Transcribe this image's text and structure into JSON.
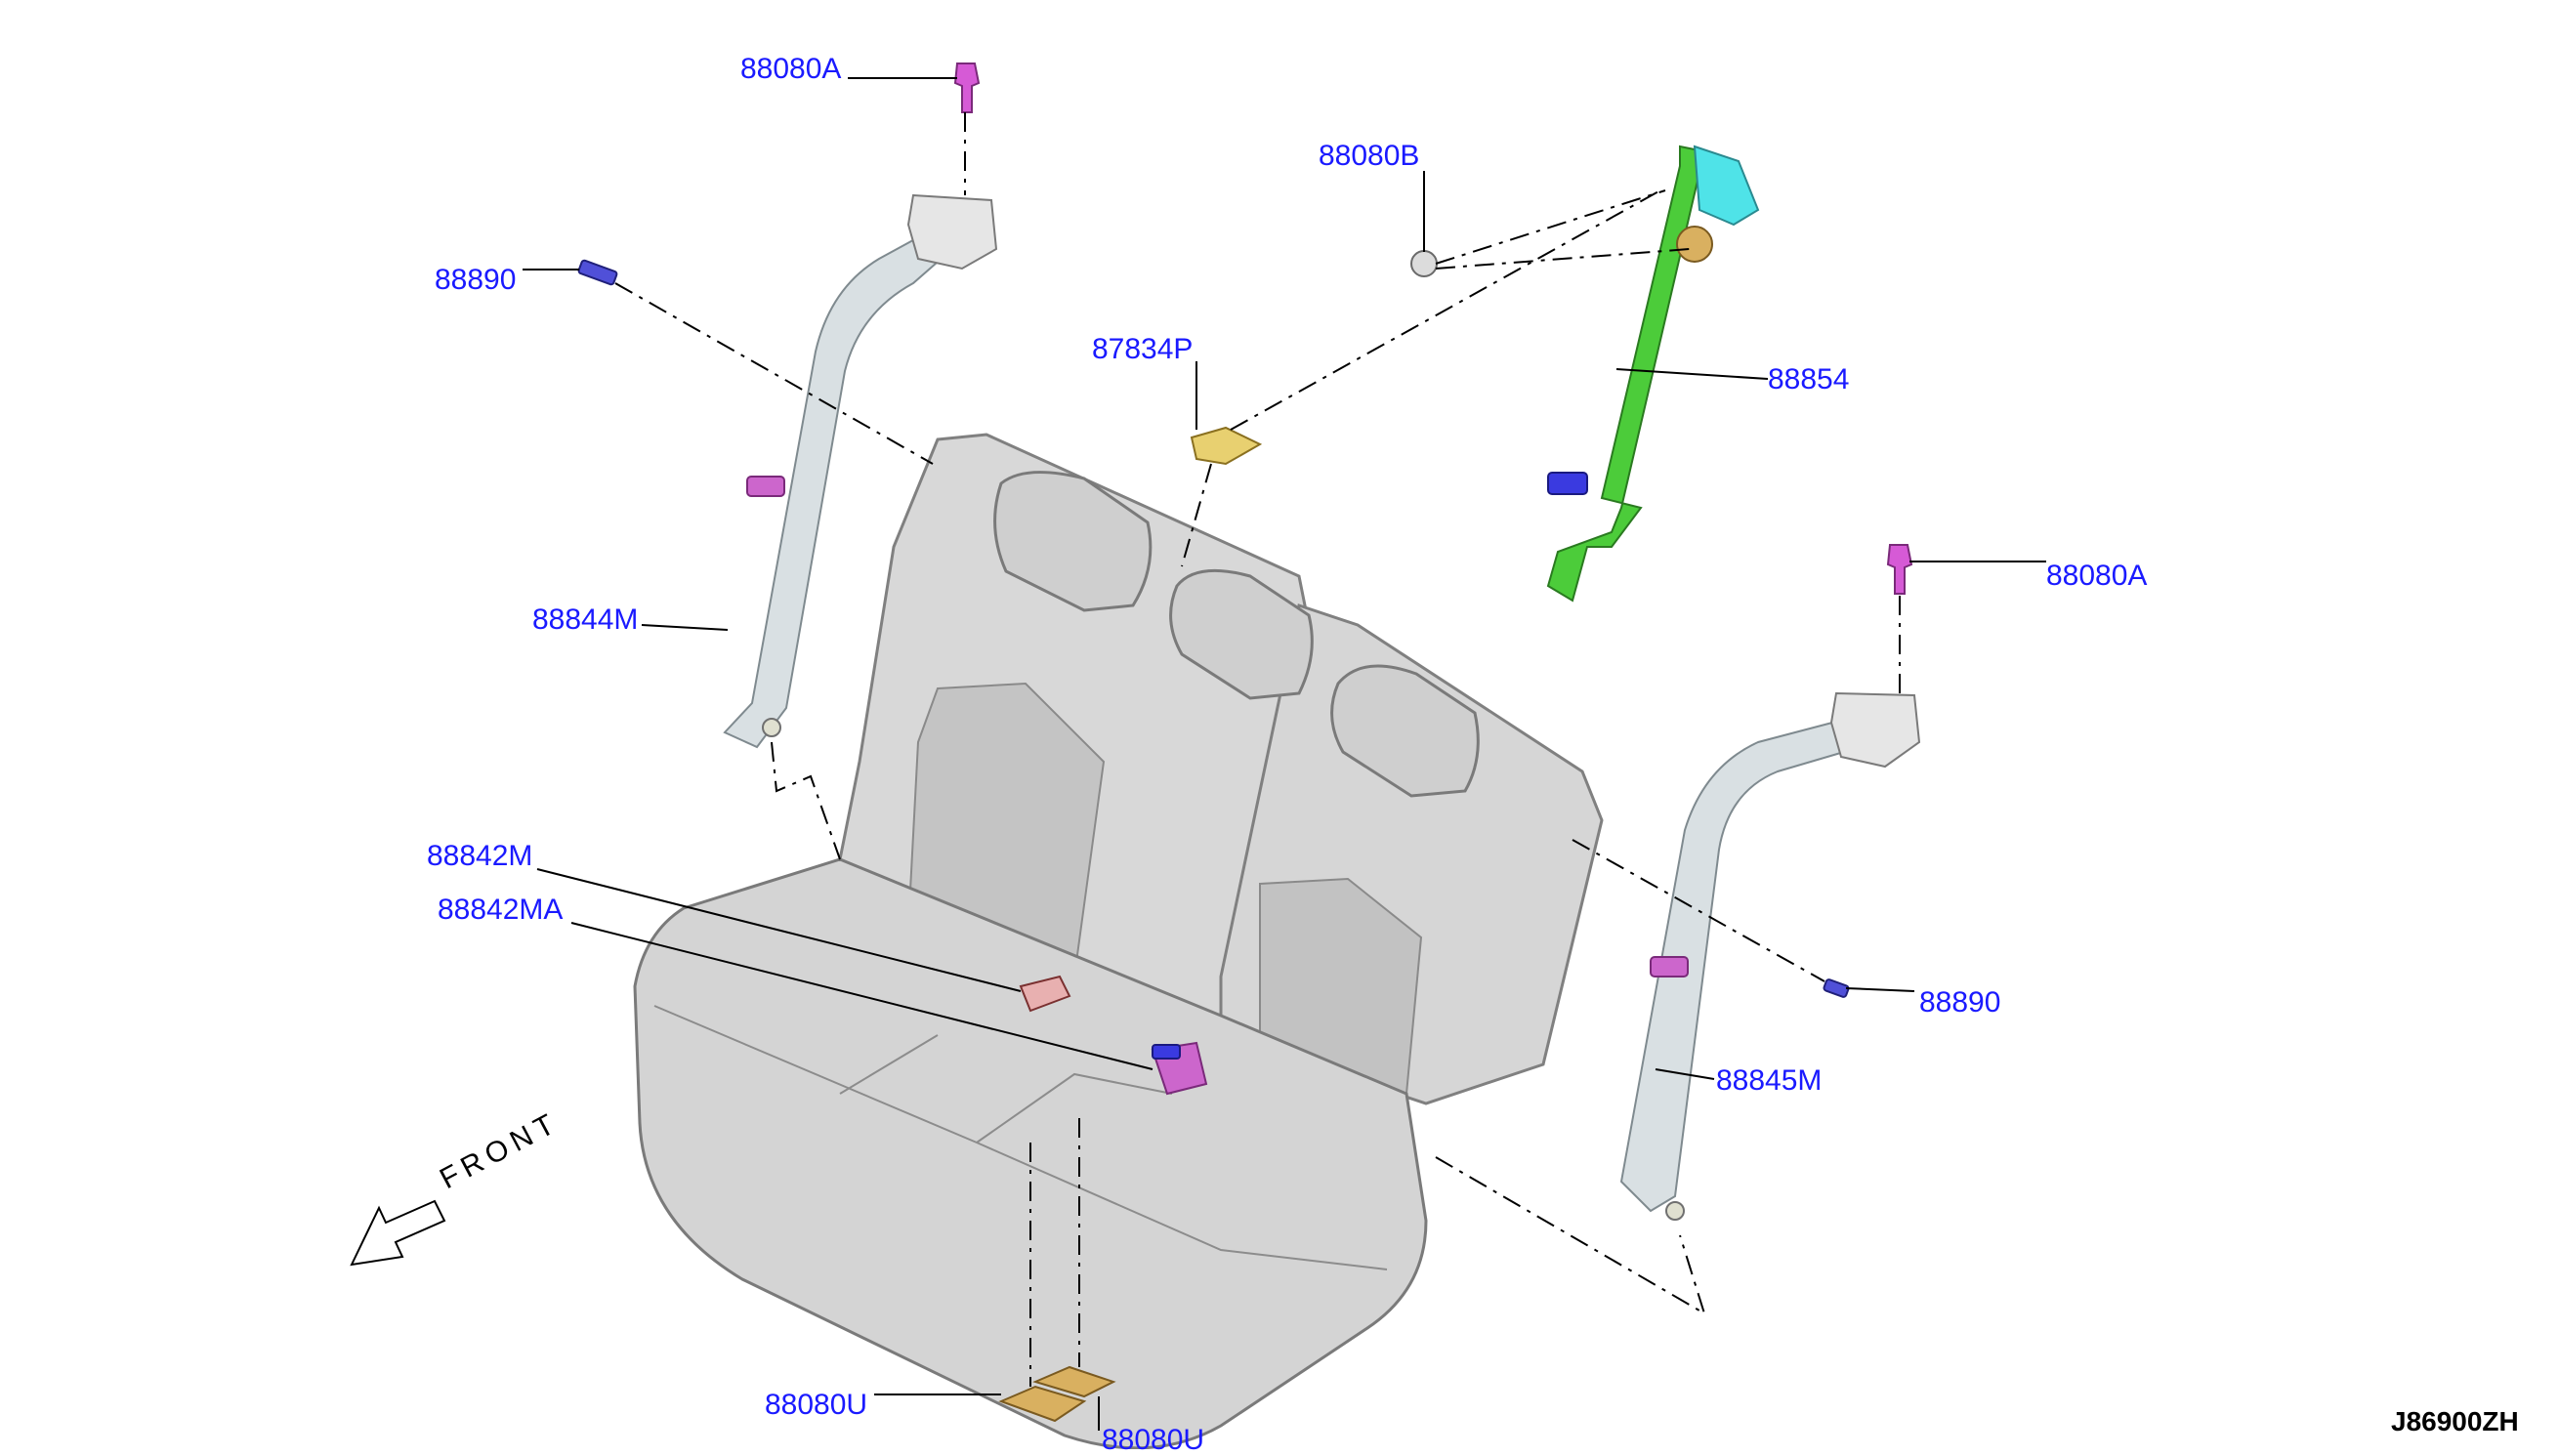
{
  "diagram": {
    "drawing_code": "J86900ZH",
    "front_label": "FRONT",
    "colors": {
      "callout_text": "#1a1aff",
      "leader_line": "#000000",
      "seat_fill": "#d6d6d6",
      "seat_stroke": "#7a7a7a",
      "belt_gray": "#d9e0e3",
      "belt_center_green": "#4ccc3a",
      "retractor_cyan": "#4fe3e8",
      "bolt_magenta": "#d65ad6",
      "buckle_blue": "#3a3ae0",
      "buckle_red": "#d05050",
      "pad_tan": "#d9b060",
      "cover_yellow": "#e8d070"
    },
    "callouts": [
      "88080A",
      "88890",
      "88844M",
      "88080B",
      "87834P",
      "88854",
      "88080A",
      "88842M",
      "88842MA",
      "88890",
      "88845M",
      "88080U",
      "88080U"
    ]
  }
}
